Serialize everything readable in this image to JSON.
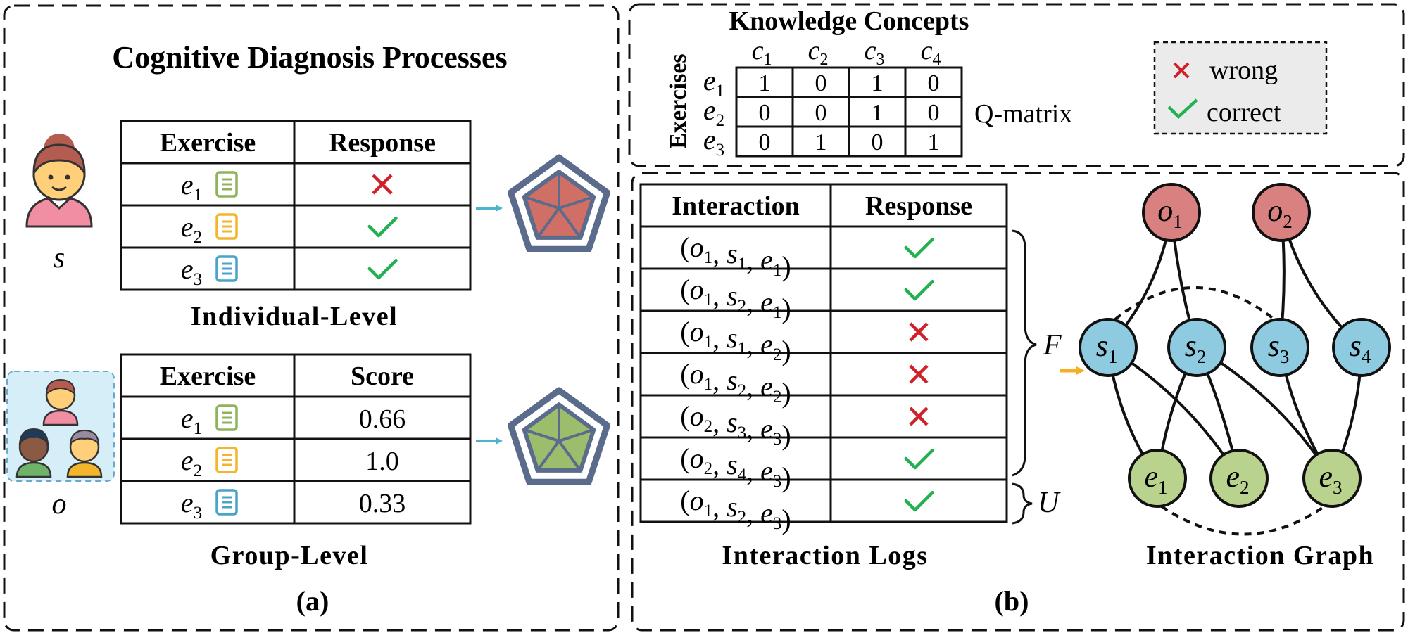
{
  "panel_a": {
    "title": "Cognitive Diagnosis Processes",
    "student_label": "s",
    "group_label": "o",
    "individual_table": {
      "headers": [
        "Exercise",
        "Response"
      ],
      "rows": [
        {
          "base": "e",
          "sub": "1",
          "icon_color": "#8fb35a",
          "result": "wrong"
        },
        {
          "base": "e",
          "sub": "2",
          "icon_color": "#f2b52c",
          "result": "correct"
        },
        {
          "base": "e",
          "sub": "3",
          "icon_color": "#4aa3c9",
          "result": "correct"
        }
      ],
      "caption": "Individual-Level"
    },
    "group_table": {
      "headers": [
        "Exercise",
        "Score"
      ],
      "rows": [
        {
          "base": "e",
          "sub": "1",
          "icon_color": "#8fb35a",
          "score": "0.66"
        },
        {
          "base": "e",
          "sub": "2",
          "icon_color": "#f2b52c",
          "score": "1.0"
        },
        {
          "base": "e",
          "sub": "3",
          "icon_color": "#4aa3c9",
          "score": "0.33"
        }
      ],
      "caption": "Group-Level"
    },
    "panel_label": "(a)"
  },
  "q_matrix": {
    "title": "Knowledge Concepts",
    "row_axis_label": "Exercises",
    "columns": [
      {
        "base": "c",
        "sub": "1"
      },
      {
        "base": "c",
        "sub": "2"
      },
      {
        "base": "c",
        "sub": "3"
      },
      {
        "base": "c",
        "sub": "4"
      }
    ],
    "rows": [
      {
        "base": "e",
        "sub": "1",
        "values": [
          "1",
          "0",
          "1",
          "0"
        ]
      },
      {
        "base": "e",
        "sub": "2",
        "values": [
          "0",
          "0",
          "1",
          "0"
        ]
      },
      {
        "base": "e",
        "sub": "3",
        "values": [
          "0",
          "1",
          "0",
          "1"
        ]
      }
    ],
    "label": "Q-matrix"
  },
  "legend": {
    "wrong": "wrong",
    "correct": "correct"
  },
  "panel_b": {
    "log_table": {
      "headers": [
        "Interaction",
        "Response"
      ],
      "rows": [
        {
          "o": "1",
          "s": "1",
          "e": "1",
          "result": "correct"
        },
        {
          "o": "1",
          "s": "2",
          "e": "1",
          "result": "correct"
        },
        {
          "o": "1",
          "s": "1",
          "e": "2",
          "result": "wrong"
        },
        {
          "o": "1",
          "s": "2",
          "e": "2",
          "result": "wrong"
        },
        {
          "o": "2",
          "s": "3",
          "e": "3",
          "result": "wrong"
        },
        {
          "o": "2",
          "s": "4",
          "e": "3",
          "result": "correct"
        },
        {
          "o": "1",
          "s": "2",
          "e": "3",
          "result": "correct"
        }
      ],
      "caption": "Interaction Logs"
    },
    "brace_f": "F",
    "brace_u": "U",
    "graph": {
      "caption": "Interaction Graph",
      "nodes": [
        {
          "id": "o1",
          "base": "o",
          "sub": "1",
          "kind": "group"
        },
        {
          "id": "o2",
          "base": "o",
          "sub": "2",
          "kind": "group"
        },
        {
          "id": "s1",
          "base": "s",
          "sub": "1",
          "kind": "student"
        },
        {
          "id": "s2",
          "base": "s",
          "sub": "2",
          "kind": "student"
        },
        {
          "id": "s3",
          "base": "s",
          "sub": "3",
          "kind": "student"
        },
        {
          "id": "s4",
          "base": "s",
          "sub": "4",
          "kind": "student"
        },
        {
          "id": "e1",
          "base": "e",
          "sub": "1",
          "kind": "exercise"
        },
        {
          "id": "e2",
          "base": "e",
          "sub": "2",
          "kind": "exercise"
        },
        {
          "id": "e3",
          "base": "e",
          "sub": "3",
          "kind": "exercise"
        }
      ],
      "edges": [
        [
          "o1",
          "s1"
        ],
        [
          "o1",
          "s2"
        ],
        [
          "o2",
          "s3"
        ],
        [
          "o2",
          "s4"
        ],
        [
          "s1",
          "e1"
        ],
        [
          "s1",
          "e2"
        ],
        [
          "s2",
          "e1"
        ],
        [
          "s2",
          "e2"
        ],
        [
          "s2",
          "e3"
        ],
        [
          "s3",
          "e3"
        ],
        [
          "s4",
          "e3"
        ]
      ],
      "dashed_edges": [
        [
          "s1",
          "s3"
        ],
        [
          "e1",
          "e3"
        ]
      ]
    },
    "panel_label": "(b)"
  },
  "colors": {
    "group_node": "#d98080",
    "student_node": "#8ecae0",
    "exercise_node": "#b9d38f",
    "wrong": "#d0202a",
    "correct": "#22b050",
    "arrow_blue": "#4db3cf",
    "arrow_orange": "#f5b021",
    "radar_stroke": "#5a6b8c",
    "radar_fill_individual": "#cf6f66",
    "radar_fill_group": "#9cbd6c",
    "legend_bg": "#ebebeb"
  }
}
